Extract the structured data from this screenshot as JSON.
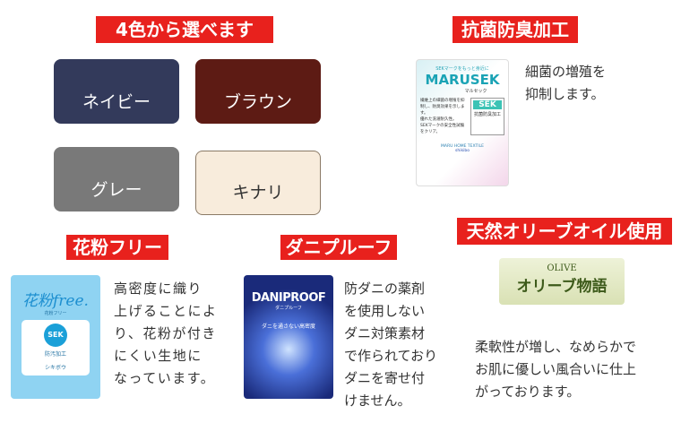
{
  "colors_section": {
    "title": "4色から選べます",
    "swatches": [
      {
        "label": "ネイビー",
        "color": "#333a5b"
      },
      {
        "label": "ブラウン",
        "color": "#5d1b14"
      },
      {
        "label": "グレー",
        "color": "#797979"
      },
      {
        "label": "キナリ",
        "color": "#f8ecdc"
      }
    ]
  },
  "antibacterial": {
    "title": "抗菌防臭加工",
    "text": "細菌の増殖を\n抑制します。",
    "tag": {
      "top": "SEKマークをもっと身近に",
      "brand": "MARUSEK",
      "sub": "マルセック",
      "mark": "SEK",
      "mark_label": "抗菌防臭加工",
      "bullets": [
        "繊維上の細菌の増殖を抑制し、防臭効果を示します。",
        "優れた洗濯耐久性。",
        "SEKマークの安全性試験をクリア。"
      ],
      "maker": "MARU HOME TEXTILE",
      "maker2": "shikibo"
    }
  },
  "pollen": {
    "title": "花粉フリー",
    "text": "高密度に織り\n上げることによ\nり、花粉が付き\nにくい生地に\nなっています。",
    "tag": {
      "brand": "花粉free.",
      "sub": "花粉フリー",
      "mark": "SEK",
      "mark_label": "防汚加工",
      "maker": "シキボウ"
    }
  },
  "mite": {
    "title": "ダニプルーフ",
    "text": "防ダニの薬剤\nを使用しない\nダニ対策素材\nで作られており\nダニを寄せ付\nけません。",
    "tag": {
      "brand": "DANIPROOF",
      "sub": "ダニプルーフ",
      "caption": "ダニを通さない高密度"
    }
  },
  "olive": {
    "title": "天然オリーブオイル使用",
    "text": "柔軟性が増し、なめらかで\nお肌に優しい風合いに仕上\nがっております。",
    "badge": {
      "top": "OLIVE",
      "main": "オリーブ物語"
    }
  }
}
